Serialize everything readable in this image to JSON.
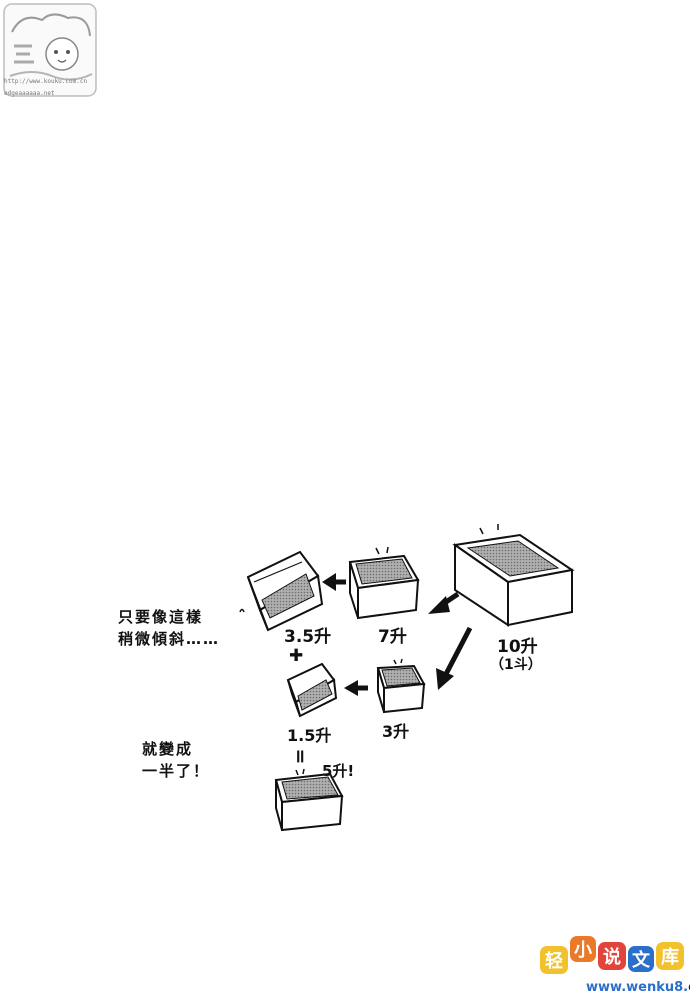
{
  "scan_badge": {
    "url_line1": "http://www.kouku.com.cn",
    "url_line2": "edgeaaaaaa.net"
  },
  "note_tilt": {
    "line1": "只要像這樣",
    "line2": "稍微傾斜……"
  },
  "note_half": {
    "line1": "就變成",
    "line2": "一半了！"
  },
  "labels": {
    "box_10": "10升",
    "box_10_sub": "（1斗）",
    "box_7": "7升",
    "box_3": "3升",
    "box_35": "3.5升",
    "box_15": "1.5升",
    "box_5": "5升!",
    "plus": "✚",
    "equals": "॥"
  },
  "watermark": {
    "chars": [
      "轻",
      "小",
      "说",
      "文",
      "库"
    ],
    "url": "www.wenku8.",
    "url_tld": "cn"
  },
  "colors": {
    "ink": "#111111",
    "water": "#9a9a9a",
    "wm_blue": "#2a6fc9",
    "wm_yellow": "#f2c12e",
    "wm_orange": "#ea7a2a",
    "wm_red": "#e2433a"
  }
}
